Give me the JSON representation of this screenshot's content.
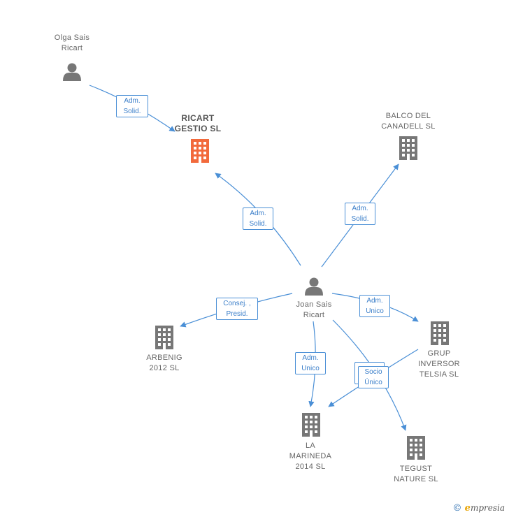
{
  "colors": {
    "edge": "#4a8fd6",
    "person": "#777777",
    "company": "#777777",
    "company_focus": "#f26a3c"
  },
  "nodes": {
    "olga": {
      "name_line1": "Olga Sais",
      "name_line2": "Ricart",
      "icon": "person-icon"
    },
    "ricart_gestio": {
      "name_line1": "RICART",
      "name_line2": "GESTIO  SL",
      "icon": "building-icon"
    },
    "balco": {
      "name_line1": "BALCO DEL",
      "name_line2": "CANADELL  SL",
      "icon": "building-icon"
    },
    "joan": {
      "name_line1": "Joan Sais",
      "name_line2": "Ricart",
      "icon": "person-icon"
    },
    "arbenig": {
      "name_line1": "ARBENIG",
      "name_line2": "2012 SL",
      "icon": "building-icon"
    },
    "grup": {
      "name_line1": "GRUP",
      "name_line2": "INVERSOR",
      "name_line3": "TELSIA  SL",
      "icon": "building-icon"
    },
    "marineda": {
      "name_line1": "LA",
      "name_line2": "MARINEDA",
      "name_line3": "2014  SL",
      "icon": "building-icon"
    },
    "tegust": {
      "name_line1": "TEGUST",
      "name_line2": "NATURE  SL",
      "icon": "building-icon"
    }
  },
  "edges": {
    "olga_ricart": {
      "line1": "Adm.",
      "line2": "Solid."
    },
    "joan_ricart": {
      "line1": "Adm.",
      "line2": "Solid."
    },
    "joan_balco": {
      "line1": "Adm.",
      "line2": "Solid."
    },
    "joan_arbenig": {
      "line1": "Consej. ,",
      "line2": "Presid."
    },
    "joan_grup": {
      "line1": "Adm.",
      "line2": "Unico"
    },
    "joan_marineda": {
      "line1": "Adm.",
      "line2": "Unico"
    },
    "socio": {
      "line1": "Socio",
      "line2": "Único"
    }
  },
  "footer": {
    "copyright": "©",
    "brand_e": "e",
    "brand_rest": "mpresia"
  }
}
